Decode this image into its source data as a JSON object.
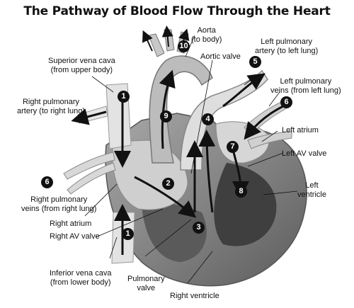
{
  "title": "The Pathway of Blood Flow Through the Heart",
  "labels": {
    "aorta": [
      "Aorta",
      "(to body)"
    ],
    "aortic_valve": [
      "Aortic valve"
    ],
    "superior_vena_cava": [
      "Superior vena cava",
      "(from  upper body)"
    ],
    "right_pulmonary_artery": [
      "Right pulmonary",
      "artery (to right lung)"
    ],
    "left_pulmonary_artery": [
      "Left pulmonary",
      "artery (to left lung)"
    ],
    "left_pulmonary_veins": [
      "Left pulmonary",
      "veins (from left lung)"
    ],
    "left_atrium": [
      "Left atrium"
    ],
    "left_av_valve": [
      "Left AV valve"
    ],
    "left_ventricle": [
      "Left",
      "ventricle"
    ],
    "right_pulmonary_veins": [
      "Right pulmonary",
      "veins (from right lung)"
    ],
    "right_atrium": [
      "Right atrium"
    ],
    "right_av_valve": [
      "Right AV valve"
    ],
    "inferior_vena_cava": [
      "Inferior vena cava",
      "(from lower body)"
    ],
    "pulmonary_valve": [
      "Pulmonary",
      "valve"
    ],
    "right_ventricle": [
      "Right ventricle"
    ]
  },
  "steps": {
    "svc": "1",
    "ivc": "1",
    "right_atrium": "2",
    "right_ventricle": "3",
    "pulmonary_trunk": "4",
    "left_pulmonary_artery": "5",
    "left_pulmonary_veins": "6",
    "right_pulmonary_veins": "6",
    "left_atrium": "7",
    "left_ventricle": "8",
    "ascending_aorta": "9",
    "aortic_arch": "10"
  },
  "colors": {
    "ink": "#111111",
    "vessel_light": "#e6e6e6",
    "vessel_mid": "#bdbdbd",
    "chamber_dark": "#4a4a4a",
    "heart_body": "#8a8a8a"
  }
}
